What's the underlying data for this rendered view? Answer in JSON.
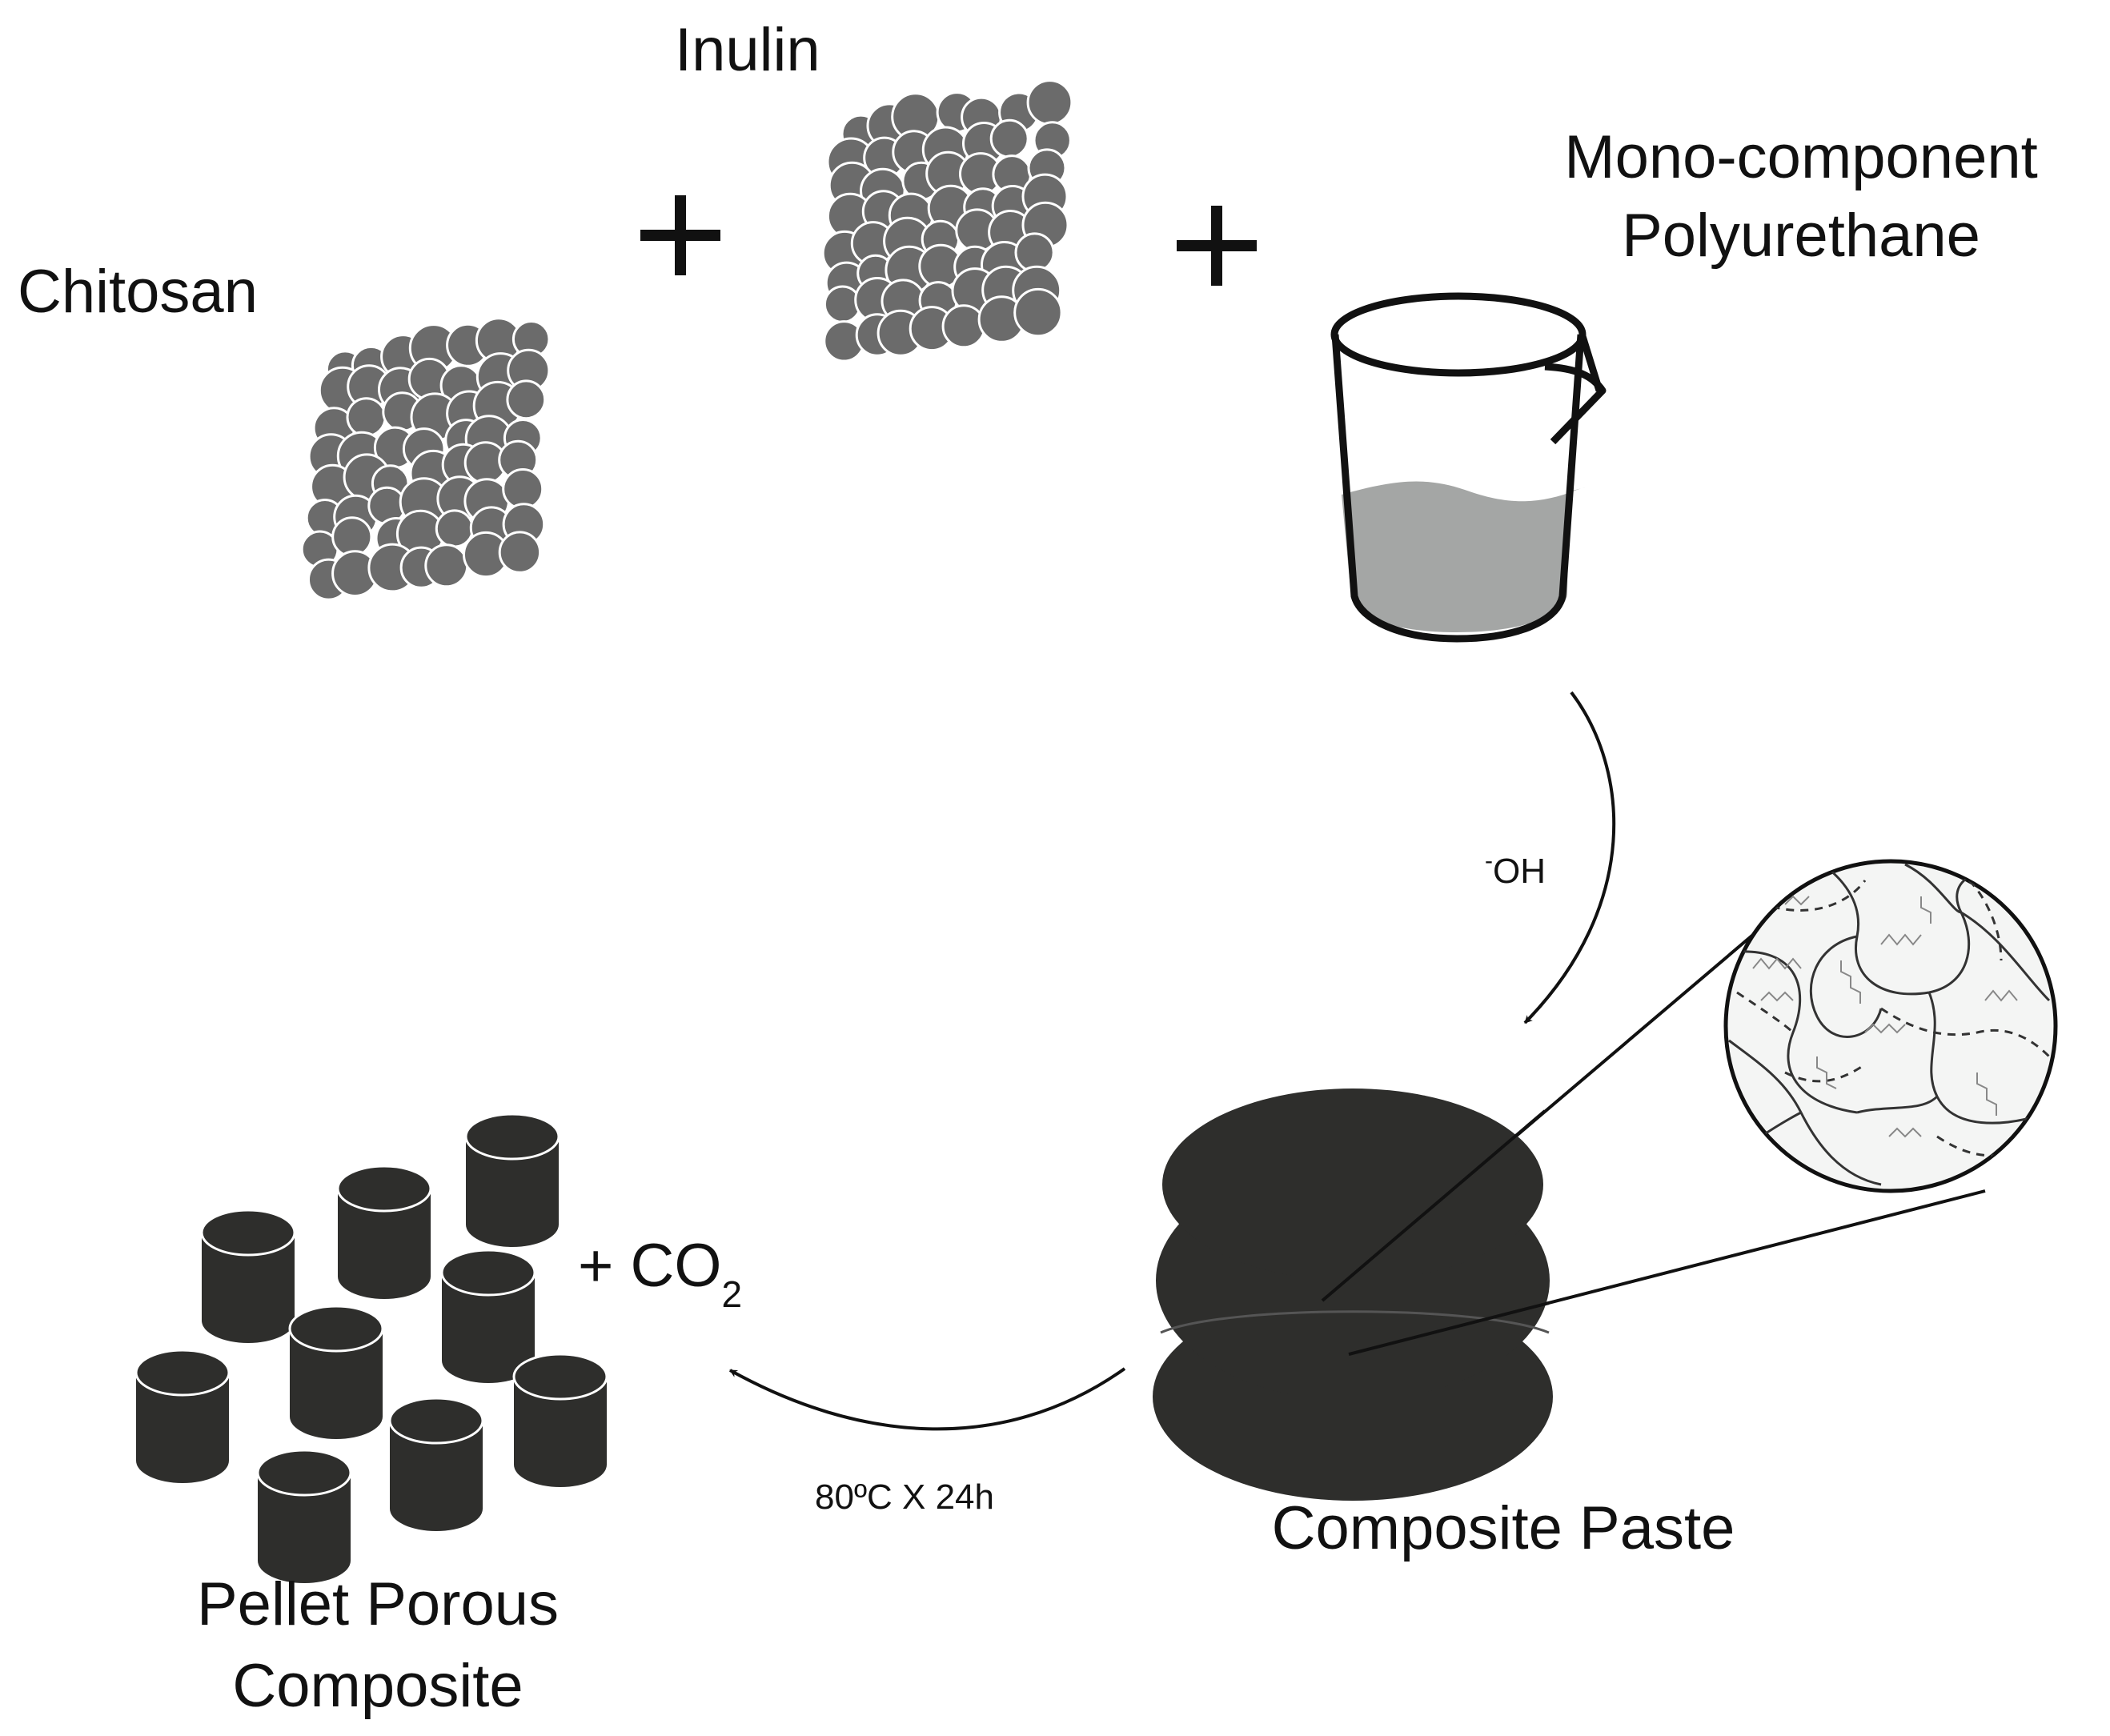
{
  "labels": {
    "chitosan": "Chitosan",
    "inulin": "Inulin",
    "polyurethane_line1": "Mono-component",
    "polyurethane_line2": "Polyurethane",
    "plus": "+",
    "hydroxide_sup": "-",
    "hydroxide": "OH",
    "composite_paste": "Composite Paste",
    "co2_plus": "+ CO",
    "co2_sub": "2",
    "condition": "80ºC X 24h",
    "pellet_line1": "Pellet Porous",
    "pellet_line2": "Composite"
  },
  "colors": {
    "powder": "#6b6b6b",
    "liquid": "#a4a6a5",
    "paste": "#2e2e2c",
    "pellet": "#2e2e2c",
    "outline": "#111111",
    "zoom_fill": "#f4f5f4"
  }
}
